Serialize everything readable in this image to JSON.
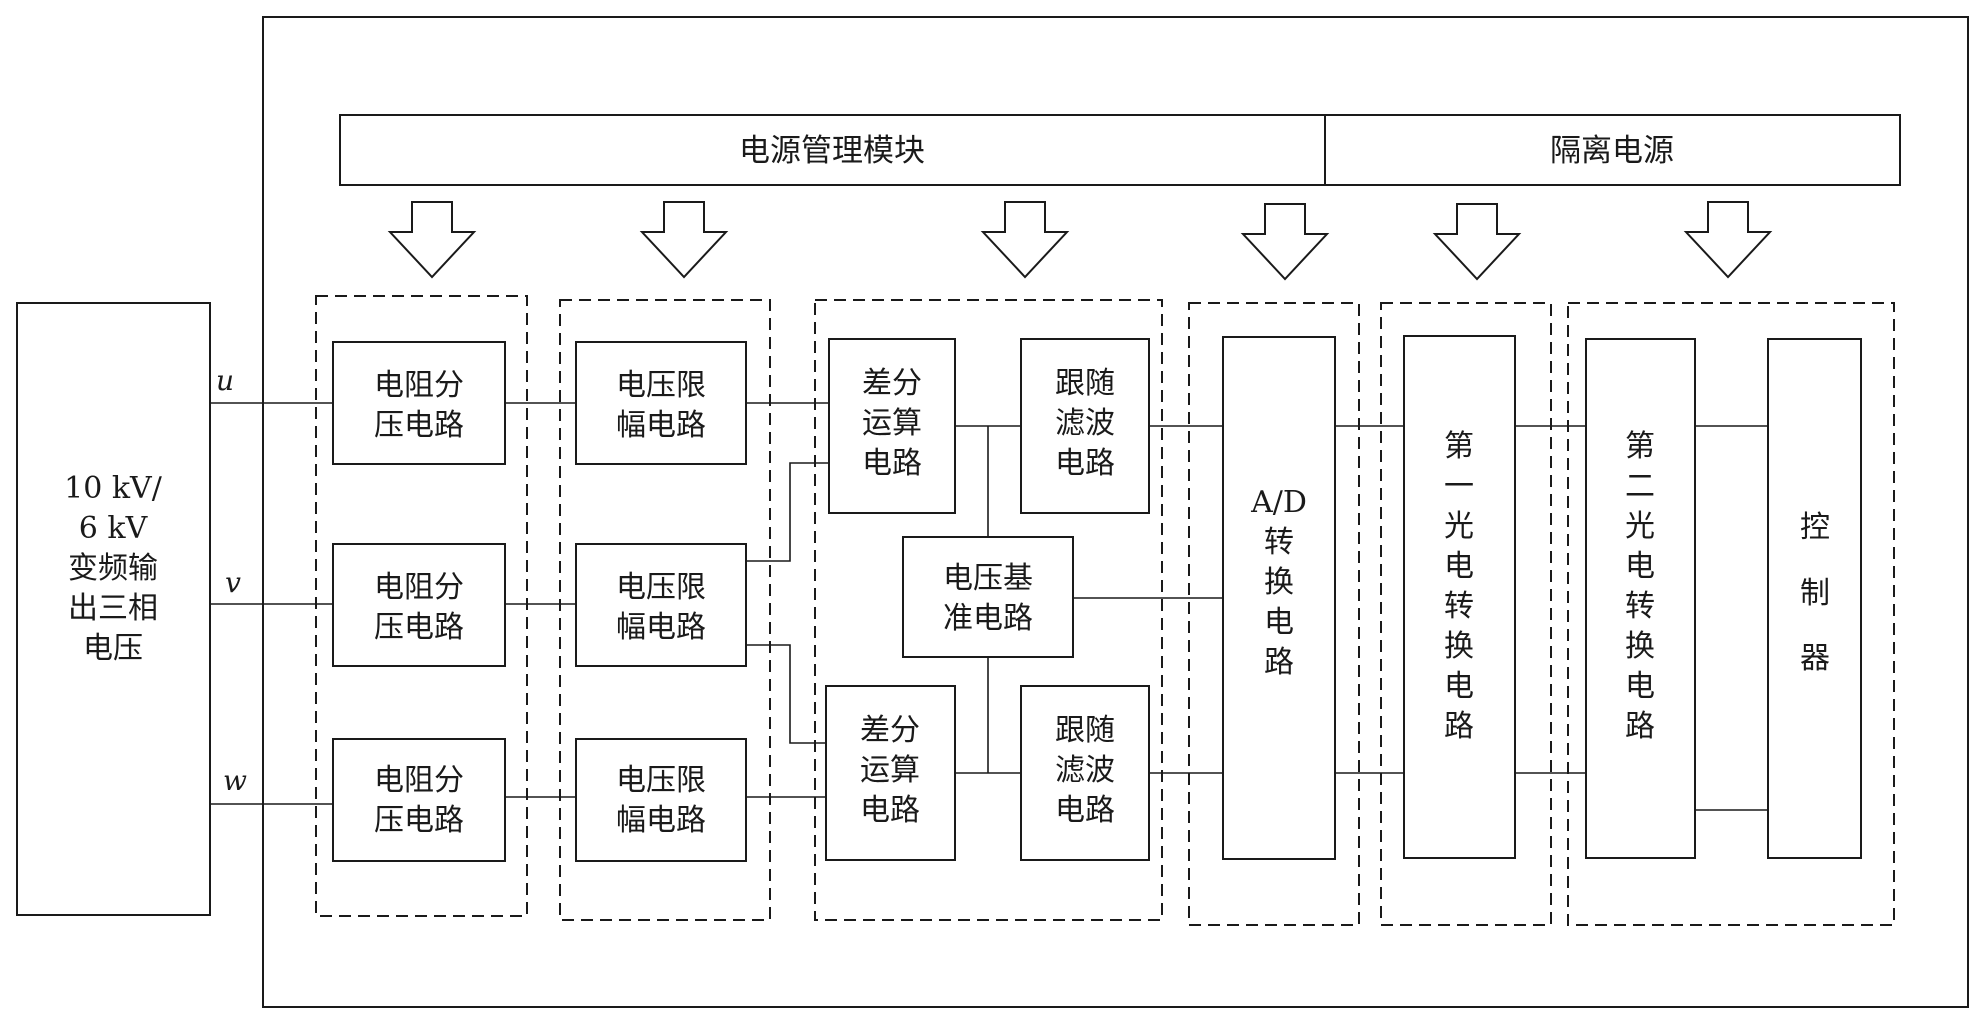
{
  "source": {
    "lines": [
      "10 kV/",
      "6 kV",
      "变频输",
      "出三相",
      "电压"
    ]
  },
  "phases": [
    "u",
    "v",
    "w"
  ],
  "top_bar": {
    "power_module": "电源管理模块",
    "isolated_power": "隔离电源"
  },
  "divider": [
    "电阻分",
    "压电路"
  ],
  "limiter": [
    "电压限",
    "幅电路"
  ],
  "diff_amp": [
    "差分",
    "运算",
    "电路"
  ],
  "follower_filter": [
    "跟随",
    "滤波",
    "电路"
  ],
  "voltage_ref": [
    "电压基",
    "准电路"
  ],
  "adc": [
    "A/D",
    "转",
    "换",
    "电",
    "路"
  ],
  "opto1": [
    "第",
    "一",
    "光",
    "电",
    "转",
    "换",
    "电",
    "路"
  ],
  "opto2": [
    "第",
    "二",
    "光",
    "电",
    "转",
    "换",
    "电",
    "路"
  ],
  "controller": [
    "控",
    "制",
    "器"
  ]
}
